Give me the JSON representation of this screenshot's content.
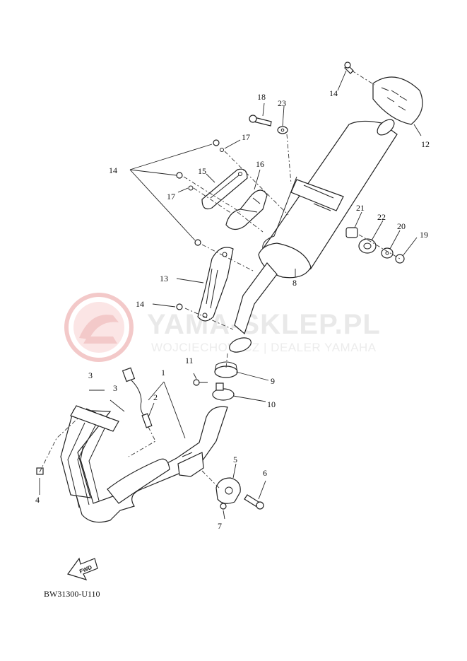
{
  "watermark": {
    "title": "YAMA-SKLEP.PL",
    "subtitle": "WOJCIECHOWICZ | DEALER YAMAHA"
  },
  "diagram_code": "BW31300-U110",
  "fwd_label": "FWD",
  "callouts": {
    "c1": "1",
    "c2": "2",
    "c3a": "3",
    "c3b": "3",
    "c4": "4",
    "c5": "5",
    "c6": "6",
    "c7": "7",
    "c8": "8",
    "c9": "9",
    "c10": "10",
    "c11": "11",
    "c12": "12",
    "c13": "13",
    "c14a": "14",
    "c14b": "14",
    "c14c": "14",
    "c15": "15",
    "c16": "16",
    "c17a": "17",
    "c17b": "17",
    "c18": "18",
    "c19": "19",
    "c20": "20",
    "c21": "21",
    "c22": "22",
    "c23": "23"
  },
  "colors": {
    "watermark_logo": "#f3c9c9",
    "line": "#222222"
  }
}
